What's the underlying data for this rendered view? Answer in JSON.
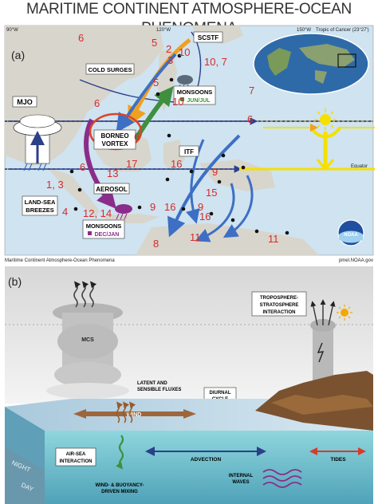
{
  "title": "MARITIME CONTINENT ATMOSPHERE-OCEAN PHENOMENA",
  "panel_a": {
    "label": "(a)",
    "lon_labels": [
      "90°W",
      "120°W",
      "150°W"
    ],
    "tropic_label": "Tropic of Cancer (23°27')",
    "equator_label": "Equator",
    "caption_left": "Maritime Continent Atmosphere-Ocean Phenomena",
    "caption_right": "pmel.NOAA.gov",
    "noaa_logo": "NOAA",
    "boxes": {
      "mjo": "MJO",
      "cold_surges": "COLD SURGES",
      "scstf": "SCSTF",
      "borneo_1": "BORNEO",
      "borneo_2": "VORTEX",
      "itf": "ITF",
      "aerosol": "AEROSOL",
      "land_sea_1": "LAND-SEA",
      "land_sea_2": "BREEZES",
      "monsoons_n": "MONSOONS",
      "monsoons_n_sub": "JUN/JUL",
      "monsoons_s": "MONSOONS",
      "monsoons_s_sub": "DEC/JAN"
    },
    "numbers": [
      "6",
      "5",
      "2",
      "10",
      "3",
      "10, 7",
      "6",
      "5",
      "7",
      "6",
      "10",
      "6",
      "6",
      "17",
      "16",
      "9",
      "13",
      "1, 3",
      "4",
      "12, 14",
      "9",
      "16",
      "9",
      "16",
      "15",
      "8",
      "11",
      "11"
    ]
  },
  "panel_b": {
    "label": "(b)",
    "mcs": "MCS",
    "tropo_1": "TROPOSPHERE-",
    "tropo_2": "STRATOSPHERE",
    "tropo_3": "INTERACTION",
    "diurnal_1": "DIURNAL",
    "diurnal_2": "CYCLE",
    "latent_1": "LATENT AND",
    "latent_2": "SENSIBLE FLUXES",
    "wind": "WIND",
    "air_sea_1": "AIR-SEA",
    "air_sea_2": "INTERACTION",
    "advection": "ADVECTION",
    "tides": "TIDES",
    "internal_1": "INTERNAL",
    "internal_2": "WAVES",
    "mixing_1": "WIND- & BUOYANCY-",
    "mixing_2": "DRIVEN MIXING",
    "night": "NIGHT",
    "day": "DAY"
  },
  "colors": {
    "ocean": "#cfe3f0",
    "land": "#d8d5cc",
    "arrow_blue": "#3d6fc4",
    "arrow_orange": "#f0a020",
    "arrow_purple": "#8a2d8a",
    "arrow_green": "#3f8f3f",
    "number_red": "#d62b2b",
    "sun_yellow": "#f5e000"
  }
}
